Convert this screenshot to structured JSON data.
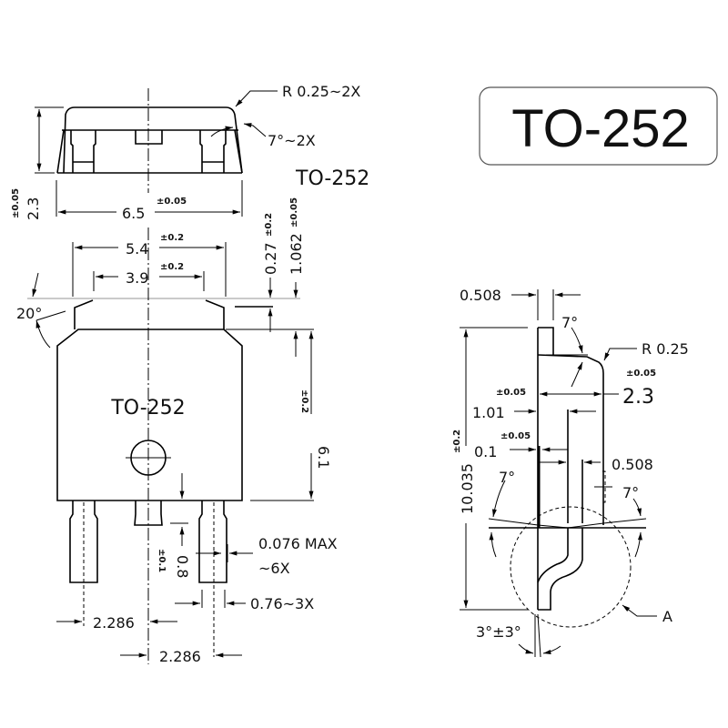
{
  "title_box": {
    "label": "TO-252"
  },
  "top_view": {
    "radius_note": "R 0.25~2X",
    "angle_note": "7°~2X",
    "package_label": "TO-252",
    "height_dim": "2.3",
    "height_tol": "±0.05",
    "width_dim": "6.5",
    "width_tol": "±0.05"
  },
  "front_view": {
    "package_label": "TO-252",
    "tab_width": "5.4",
    "tab_width_tol": "±0.2",
    "tab_inner_width": "3.9",
    "tab_inner_width_tol": "±0.2",
    "dim_027": "0.27",
    "dim_027_tol": "±0.2",
    "dim_1062": "1.062",
    "dim_1062_tol": "±0.05",
    "angle": "20°",
    "body_height": "6.1",
    "body_height_tol": "±0.2",
    "lead_thickness": "0.076 MAX",
    "lead_thickness_count": "~6X",
    "stub_length": "0.8",
    "stub_length_tol": "±0.1",
    "lead_width": "0.76~3X",
    "pitch_1": "2.286",
    "pitch_2": "2.286"
  },
  "side_view": {
    "lead_top": "0.508",
    "angle_top": "7°",
    "radius": "R 0.25",
    "thickness": "2.3",
    "thickness_tol": "±0.05",
    "dim_101": "1.01",
    "dim_101_tol": "±0.05",
    "dim_01": "0.1",
    "dim_01_tol": "±0.05",
    "dim_0508": "0.508",
    "angle_left": "7°",
    "angle_right": "7°",
    "total_height": "10.035",
    "total_height_tol": "±0.2",
    "foot_angle": "3°±3°",
    "detail_label": "A"
  }
}
